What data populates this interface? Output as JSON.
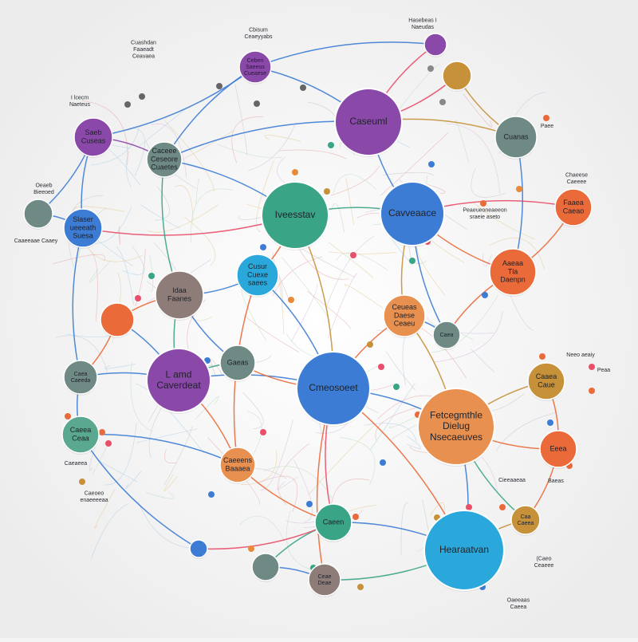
{
  "diagram": {
    "background": "#f4f4f4",
    "palette": {
      "purple": "#8a48a8",
      "blue": "#3c7cd4",
      "teal": "#3aa486",
      "orange": "#ea6a3a",
      "gold": "#c7913a",
      "sage": "#6f8a84",
      "taupe": "#8e7c78",
      "sky": "#2aa8dc",
      "light-teal": "#5aa890",
      "peach": "#e89050"
    },
    "nodes": [
      {
        "id": "n1",
        "color": "purple",
        "lines": [
          "Caseuml"
        ]
      },
      {
        "id": "n2",
        "color": "teal",
        "lines": [
          "Iveesstav"
        ]
      },
      {
        "id": "n3",
        "color": "blue",
        "lines": [
          "Cavveaace"
        ]
      },
      {
        "id": "n4",
        "color": "blue",
        "lines": [
          "Cmeosoeet"
        ]
      },
      {
        "id": "n5",
        "color": "purple",
        "lines": [
          "L amd",
          "Caverdeat"
        ]
      },
      {
        "id": "n6",
        "color": "peach",
        "lines": [
          "Fetcegmthle",
          "Dielug",
          "Nsecaeuves"
        ]
      },
      {
        "id": "n7",
        "color": "sky",
        "lines": [
          "Hearaatvan"
        ]
      },
      {
        "id": "n8",
        "color": "sage",
        "lines": [
          "Cuanas",
          ""
        ]
      },
      {
        "id": "n9",
        "color": "gold",
        "lines": [
          "",
          ""
        ]
      },
      {
        "id": "n10",
        "color": "purple",
        "lines": [
          ""
        ]
      },
      {
        "id": "n11",
        "color": "purple",
        "lines": [
          "Saeb",
          "Cuseas"
        ]
      },
      {
        "id": "n12",
        "color": "sage",
        "lines": [
          "Caceee",
          "Ceseore",
          "Cuaetes"
        ]
      },
      {
        "id": "n13",
        "color": "purple",
        "lines": [
          "Ceben",
          "Saeeus",
          "Cueaese"
        ]
      },
      {
        "id": "n14",
        "color": "sage",
        "lines": [
          ""
        ]
      },
      {
        "id": "n15",
        "color": "blue",
        "lines": [
          "Slaser",
          "ueeeath",
          "Suesa"
        ]
      },
      {
        "id": "n16",
        "color": "orange",
        "lines": [
          "",
          ""
        ]
      },
      {
        "id": "n17",
        "color": "sky",
        "lines": [
          "Cusur",
          "Cuexe",
          "saees"
        ]
      },
      {
        "id": "n18",
        "color": "taupe",
        "lines": [
          "Idaa",
          "Faanes"
        ]
      },
      {
        "id": "n19",
        "color": "orange",
        "lines": [
          "Aaeaa",
          "Tla",
          "Daenpn"
        ]
      },
      {
        "id": "n20",
        "color": "peach",
        "lines": [
          "Ceueas",
          "Daese",
          "Ceaeu"
        ]
      },
      {
        "id": "n21",
        "color": "sage",
        "lines": [
          "Caea"
        ]
      },
      {
        "id": "n22",
        "color": "orange",
        "lines": [
          "Eeea"
        ]
      },
      {
        "id": "n23",
        "color": "sage",
        "lines": [
          "Gaeas"
        ]
      },
      {
        "id": "n24",
        "color": "sage",
        "lines": [
          "Caea",
          "Caeeda"
        ]
      },
      {
        "id": "n25",
        "color": "gold",
        "lines": [
          "Caaea",
          "Caue"
        ]
      },
      {
        "id": "n26",
        "color": "peach",
        "lines": [
          "Caeeens",
          "Baaaea"
        ]
      },
      {
        "id": "n27",
        "color": "teal",
        "lines": [
          "Caeen"
        ]
      },
      {
        "id": "n28",
        "color": "orange",
        "lines": [
          "Faaea",
          "Caeao"
        ]
      },
      {
        "id": "n29",
        "color": "light-teal",
        "lines": [
          "Caeea",
          "Ceaa"
        ]
      },
      {
        "id": "n30",
        "color": "gold",
        "lines": [
          "Caa",
          "Caeea"
        ]
      },
      {
        "id": "n31",
        "color": "sage",
        "lines": [
          ""
        ]
      },
      {
        "id": "n32",
        "color": "taupe",
        "lines": [
          "Ceae",
          "Deae"
        ]
      },
      {
        "id": "n33",
        "color": "blue",
        "lines": [
          ""
        ]
      }
    ],
    "labels": [
      {
        "id": "l1",
        "lines": [
          "Cuashdan",
          "Faaeadt",
          "Ceavaea"
        ]
      },
      {
        "id": "l2",
        "lines": [
          "Cbisum",
          "Ceaeyyabs"
        ]
      },
      {
        "id": "l3",
        "lines": [
          "Hasebeas  I",
          "Naeudas"
        ]
      },
      {
        "id": "l4",
        "lines": [
          "I  lcecm",
          "Naeteus"
        ]
      },
      {
        "id": "l5",
        "lines": [
          "Oeaeb",
          "Bieeoed"
        ]
      },
      {
        "id": "l6",
        "lines": [
          "Chaeese",
          "Caeeee"
        ]
      },
      {
        "id": "l7",
        "lines": [
          "Caaeeaae  Caaey"
        ]
      },
      {
        "id": "l8",
        "lines": [
          "Peaeueoneaeeon",
          "sraeie aseto"
        ]
      },
      {
        "id": "l9",
        "lines": [
          "Neeo aeaiy"
        ]
      },
      {
        "id": "l10",
        "lines": [
          "Peaa"
        ]
      },
      {
        "id": "l11",
        "lines": [
          "Caeaeea"
        ]
      },
      {
        "id": "l12",
        "lines": [
          "Caeoeo",
          "enaeeeeaa"
        ]
      },
      {
        "id": "l13",
        "lines": [
          "Cieeaaeaa"
        ]
      },
      {
        "id": "l14",
        "lines": [
          "Baeas"
        ]
      },
      {
        "id": "l15",
        "lines": [
          "(Caeo",
          "Ceaeee"
        ]
      },
      {
        "id": "l16",
        "lines": [
          "Oaeeaas",
          "Caeea"
        ]
      },
      {
        "id": "l17",
        "lines": [
          "Paee"
        ]
      }
    ]
  }
}
